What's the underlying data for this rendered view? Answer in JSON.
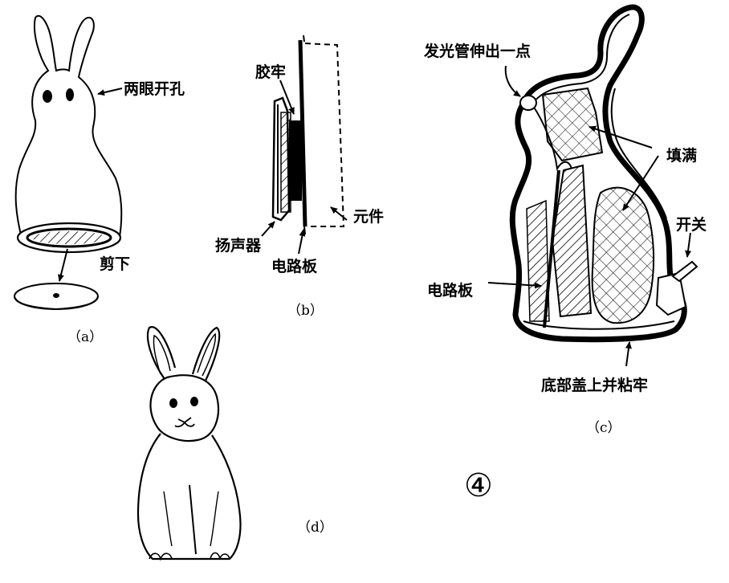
{
  "figure_number": "④",
  "panel_a": {
    "caption": "（a）",
    "label_eyes": "两眼开孔",
    "label_cut": "剪下"
  },
  "panel_b": {
    "caption": "（b）",
    "label_glue": "胶牢",
    "label_speaker": "扬声器",
    "label_board": "电路板",
    "label_components": "元件"
  },
  "panel_c": {
    "caption": "（c）",
    "label_led": "发光管伸出一点",
    "label_fill": "填满",
    "label_switch": "开关",
    "label_board": "电路板",
    "label_base": "底部盖上并粘牢"
  },
  "panel_d": {
    "caption": "（d）"
  }
}
